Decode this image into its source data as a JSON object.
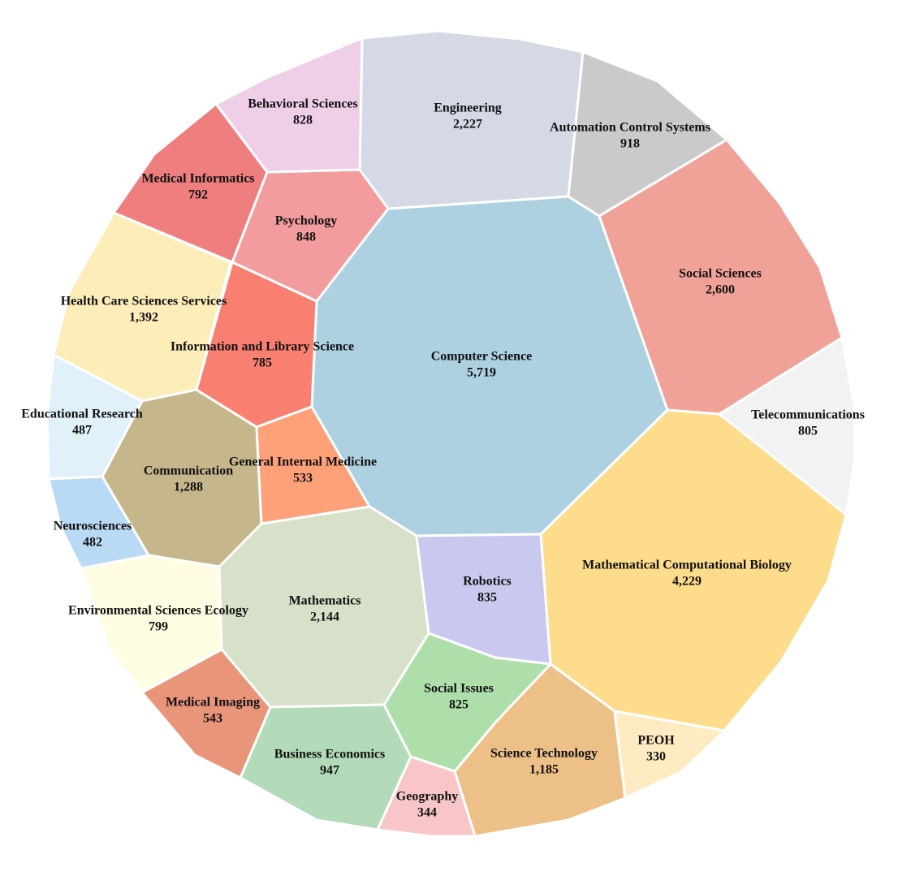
{
  "chart_data": {
    "type": "voronoi-treemap",
    "title": "",
    "cells": [
      {
        "name": "Computer Science",
        "value": 5719,
        "display_value": "5,719",
        "color": "#aed1e2"
      },
      {
        "name": "Mathematical Computational Biology",
        "value": 4229,
        "display_value": "4,229",
        "color": "#fddc8c"
      },
      {
        "name": "Social Sciences",
        "value": 2600,
        "display_value": "2,600",
        "color": "#f0a299"
      },
      {
        "name": "Engineering",
        "value": 2227,
        "display_value": "2,227",
        "color": "#d5d9e5"
      },
      {
        "name": "Mathematics",
        "value": 2144,
        "display_value": "2,144",
        "color": "#d7e0c8"
      },
      {
        "name": "Health Care Sciences Services",
        "value": 1392,
        "display_value": "1,392",
        "color": "#fdedb9"
      },
      {
        "name": "Communication",
        "value": 1288,
        "display_value": "1,288",
        "color": "#c6b68b"
      },
      {
        "name": "Science Technology",
        "value": 1185,
        "display_value": "1,185",
        "color": "#ecc087"
      },
      {
        "name": "Business Economics",
        "value": 947,
        "display_value": "947",
        "color": "#b3dbb9"
      },
      {
        "name": "Automation Control Systems",
        "value": 918,
        "display_value": "918",
        "color": "#cacaca"
      },
      {
        "name": "Psychology",
        "value": 848,
        "display_value": "848",
        "color": "#f29c9e"
      },
      {
        "name": "Robotics",
        "value": 835,
        "display_value": "835",
        "color": "#c9c8ee"
      },
      {
        "name": "Behavioral Sciences",
        "value": 828,
        "display_value": "828",
        "color": "#efcfe8"
      },
      {
        "name": "Social Issues",
        "value": 825,
        "display_value": "825",
        "color": "#aedfab"
      },
      {
        "name": "Telecommunications",
        "value": 805,
        "display_value": "805",
        "color": "#f2f2f2"
      },
      {
        "name": "Environmental Sciences Ecology",
        "value": 799,
        "display_value": "799",
        "color": "#fefce1"
      },
      {
        "name": "Medical Informatics",
        "value": 792,
        "display_value": "792",
        "color": "#ef7f7f"
      },
      {
        "name": "Information and Library Science",
        "value": 785,
        "display_value": "785",
        "color": "#f98070"
      },
      {
        "name": "Medical Imaging",
        "value": 543,
        "display_value": "543",
        "color": "#e8957a"
      },
      {
        "name": "General Internal Medicine",
        "value": 533,
        "display_value": "533",
        "color": "#fea078"
      },
      {
        "name": "Educational Research",
        "value": 487,
        "display_value": "487",
        "color": "#e0f1fa"
      },
      {
        "name": "Neurosciences",
        "value": 482,
        "display_value": "482",
        "color": "#b9daf4"
      },
      {
        "name": "Geography",
        "value": 344,
        "display_value": "344",
        "color": "#f8c6c8"
      },
      {
        "name": "PEOH",
        "value": 330,
        "display_value": "330",
        "color": "#feebc2"
      }
    ]
  }
}
